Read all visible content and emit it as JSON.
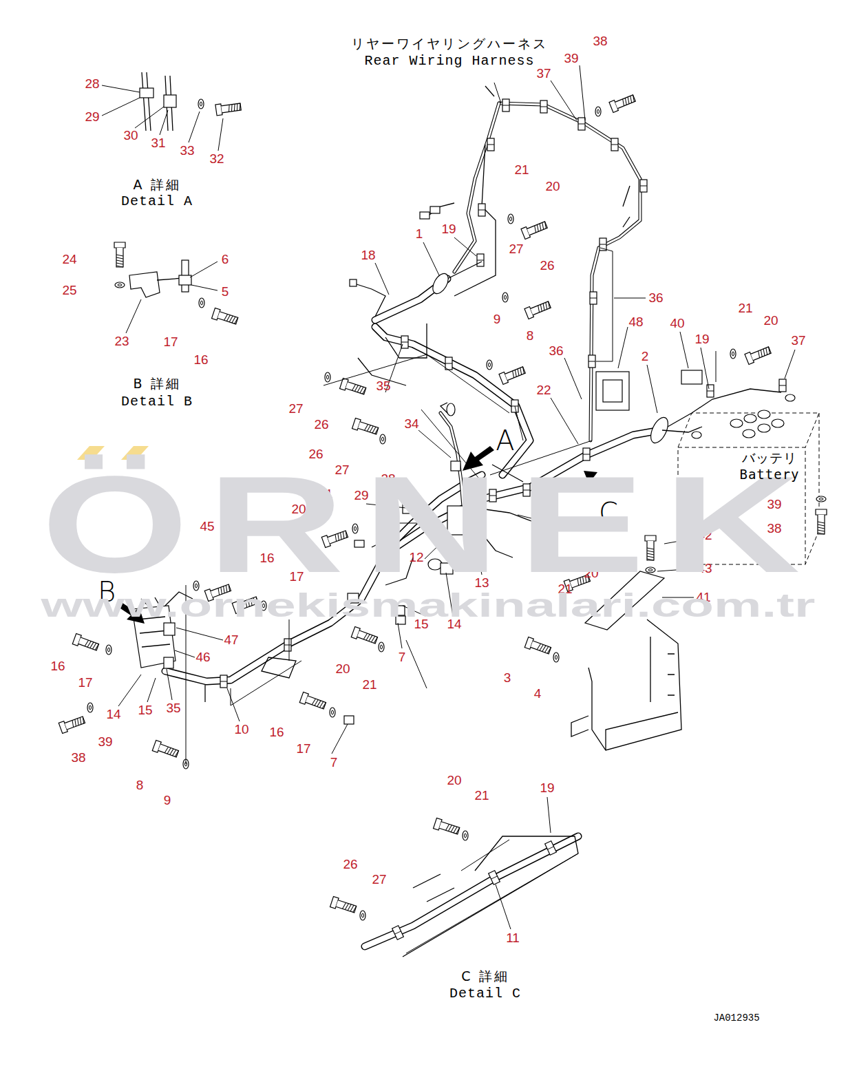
{
  "diagram": {
    "nodes": [
      {
        "text": [
          "バッテリ Battery"
        ]
      }
    ],
    "labels": [
      "リヤーワイヤリングハーネス",
      "Rear Wiring Harness",
      "38",
      "39",
      "37",
      "28",
      "29",
      "30",
      "31",
      "33",
      "32",
      "A 詳細",
      "Detail A",
      "21",
      "20",
      "1",
      "19",
      "18",
      "27",
      "26",
      "24",
      "6",
      "25",
      "5",
      "36",
      "21",
      "9",
      "48",
      "40",
      "20",
      "8",
      "19",
      "37",
      "23",
      "17",
      "36",
      "2",
      "16",
      "B 詳細",
      "Detail B",
      "35",
      "22",
      "27",
      "34",
      "26",
      "A",
      "26",
      "27",
      "28",
      "29",
      "21",
      "20",
      "C",
      "12",
      "45",
      "42",
      "44",
      "12",
      "16",
      "43",
      "20",
      "17",
      "13",
      "21",
      "B",
      "41",
      "14",
      "15",
      "47",
      "7",
      "46",
      "16",
      "20",
      "3",
      "17",
      "21",
      "4",
      "35",
      "15",
      "14",
      "10",
      "16",
      "39",
      "17",
      "38",
      "7",
      "8",
      "9",
      "20",
      "19",
      "21",
      "26",
      "27",
      "11",
      "C 詳細",
      "Detail C",
      "JA012935",
      "ÖRNEK",
      "www.ornekismakinalari.com.tr",
      "39",
      "38"
    ]
  }
}
